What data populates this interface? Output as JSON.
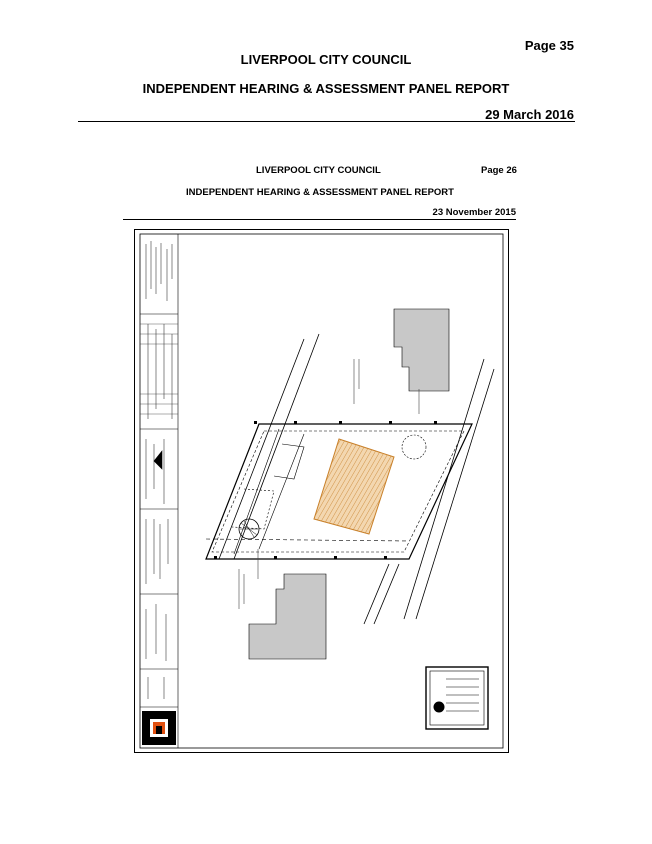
{
  "report": {
    "page_label": "Page 35",
    "council": "LIVERPOOL CITY COUNCIL",
    "panel": "INDEPENDENT HEARING & ASSESSMENT PANEL REPORT",
    "date": "29 March 2016"
  },
  "embedded_report": {
    "council": "LIVERPOOL CITY COUNCIL",
    "page_label": "Page 26",
    "panel": "INDEPENDENT HEARING & ASSESSMENT PANEL REPORT",
    "date": "23 November 2015"
  },
  "colors": {
    "building_hatch": "#f3d7b0",
    "building_stroke": "#c8802a",
    "neighbour_fill": "#c8c8c8"
  }
}
